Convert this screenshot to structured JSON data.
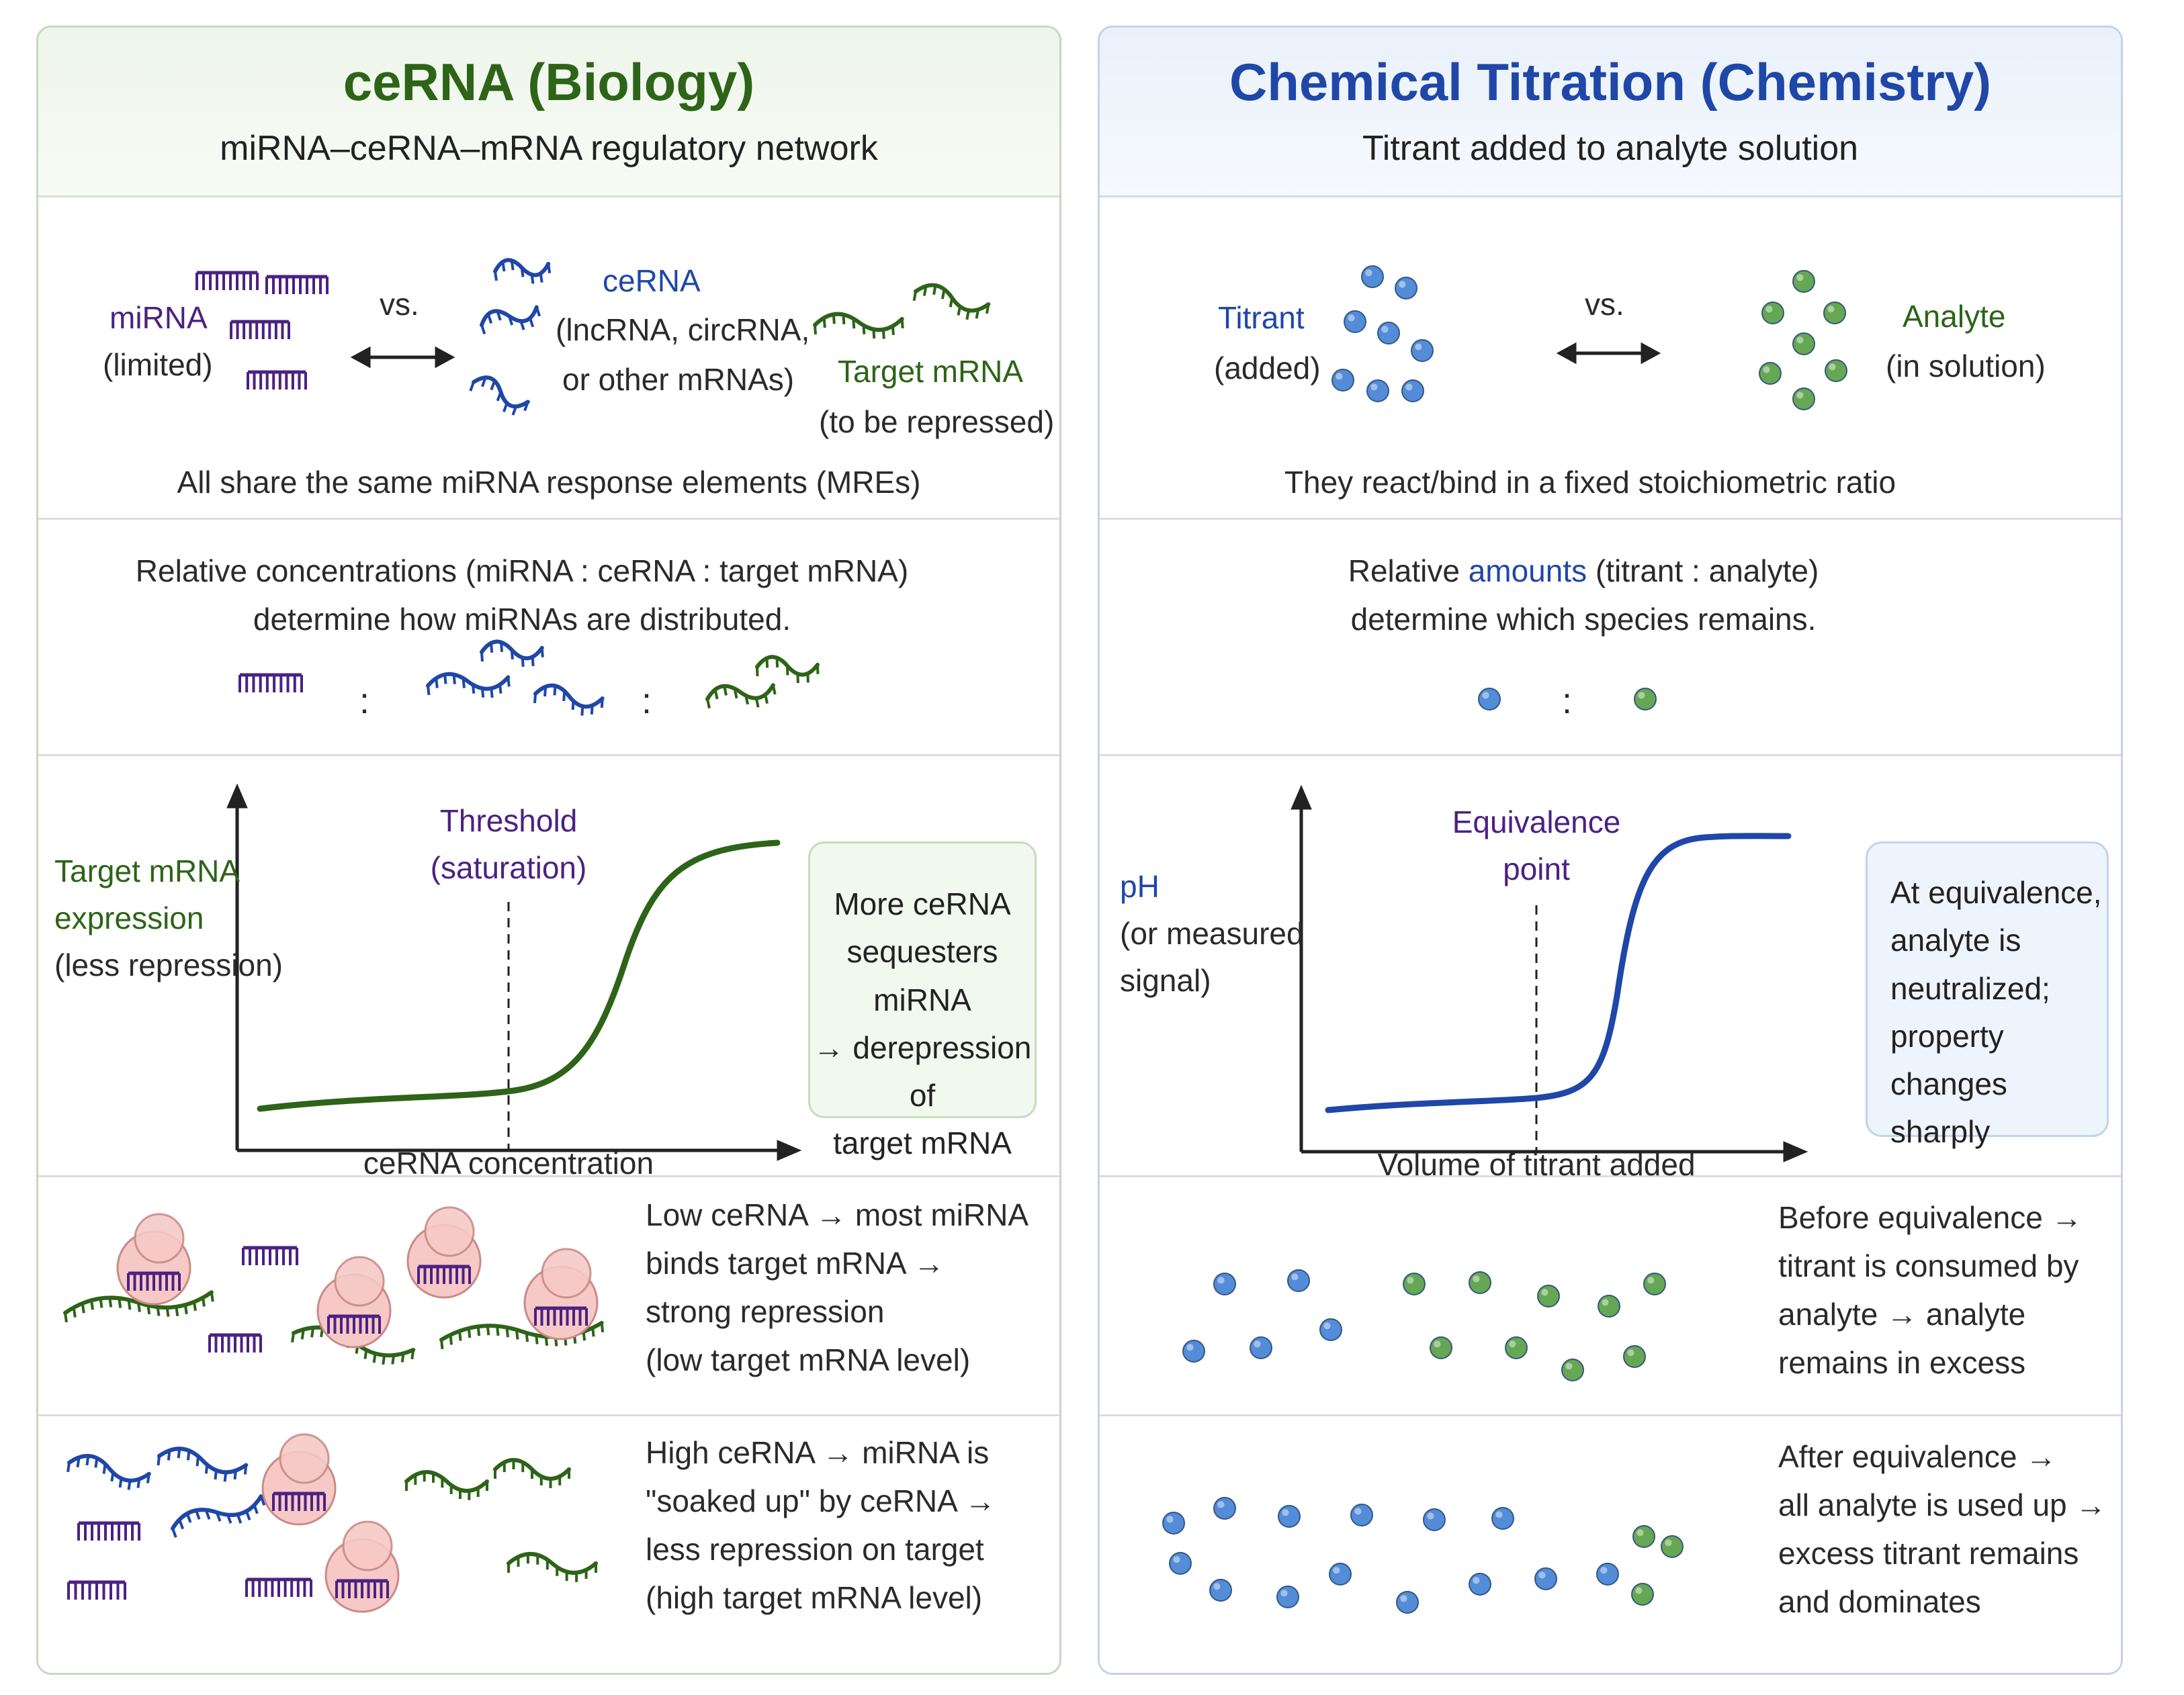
{
  "left": {
    "title": "ceRNA (Biology)",
    "subtitle": "miRNA–ceRNA–mRNA regulatory network",
    "row1": {
      "mirna_label": "miRNA",
      "mirna_note": "(limited)",
      "vs": "vs.",
      "cerna_label": "ceRNA",
      "cerna_note1": "(lncRNA, circRNA,",
      "cerna_note2": "or other mRNAs)",
      "target_label": "Target mRNA",
      "target_note": "(to be repressed)",
      "caption": "All share the same miRNA response elements (MREs)"
    },
    "row2": {
      "line1": "Relative concentrations (miRNA : ceRNA : target mRNA)",
      "line2": "determine how miRNAs are distributed.",
      "colon": ":"
    },
    "graph": {
      "ylabel1": "Target mRNA",
      "ylabel2": "expression",
      "ylabel3": "(less repression)",
      "threshold1": "Threshold",
      "threshold2": "(saturation)",
      "xlabel": "ceRNA concentration",
      "box1": "More ceRNA",
      "box2": "sequesters miRNA",
      "box3": "→ derepression of",
      "box4": "target mRNA"
    },
    "row4": {
      "l1": "Low ceRNA → most miRNA",
      "l2": "binds target mRNA →",
      "l3": "strong repression",
      "l4": "(low target mRNA level)"
    },
    "row5": {
      "l1": "High ceRNA → miRNA is",
      "l2": "\"soaked up\" by ceRNA →",
      "l3": "less repression on target",
      "l4": "(high target mRNA level)"
    }
  },
  "right": {
    "title": "Chemical Titration (Chemistry)",
    "subtitle": "Titrant added to analyte solution",
    "row1": {
      "titrant_label": "Titrant",
      "titrant_note": "(added)",
      "vs": "vs.",
      "analyte_label": "Analyte",
      "analyte_note": "(in solution)",
      "caption": "They react/bind in a fixed stoichiometric ratio"
    },
    "row2": {
      "pre": "Relative ",
      "highlight": "amounts",
      "post": " (titrant : analyte)",
      "line2": "determine which species remains.",
      "colon": ":"
    },
    "graph": {
      "ylabel1": "pH",
      "ylabel2": "(or measured",
      "ylabel3": "signal)",
      "eq1": "Equivalence",
      "eq2": "point",
      "xlabel": "Volume of titrant added",
      "box1": "At equivalence,",
      "box2": "analyte is",
      "box3": "neutralized;",
      "box4": "property changes",
      "box5": "sharply"
    },
    "row4": {
      "l1": "Before equivalence →",
      "l2": "titrant is consumed by",
      "l3": "analyte → analyte",
      "l4": "remains in excess"
    },
    "row5": {
      "l1": "After equivalence →",
      "l2": "all analyte is used up →",
      "l3": "excess titrant remains",
      "l4": "and dominates"
    }
  },
  "colors": {
    "mirna": "#4b2182",
    "cerna": "#1f47a8",
    "target": "#2d6418",
    "titrant": "#4a86d6",
    "analyte": "#5da34a",
    "ribosome": "#f6c9c6"
  },
  "icons": [
    "mirna-icon",
    "cerna-icon",
    "target-mrna-icon",
    "ribosome-icon",
    "titrant-particle-icon",
    "analyte-particle-icon"
  ]
}
